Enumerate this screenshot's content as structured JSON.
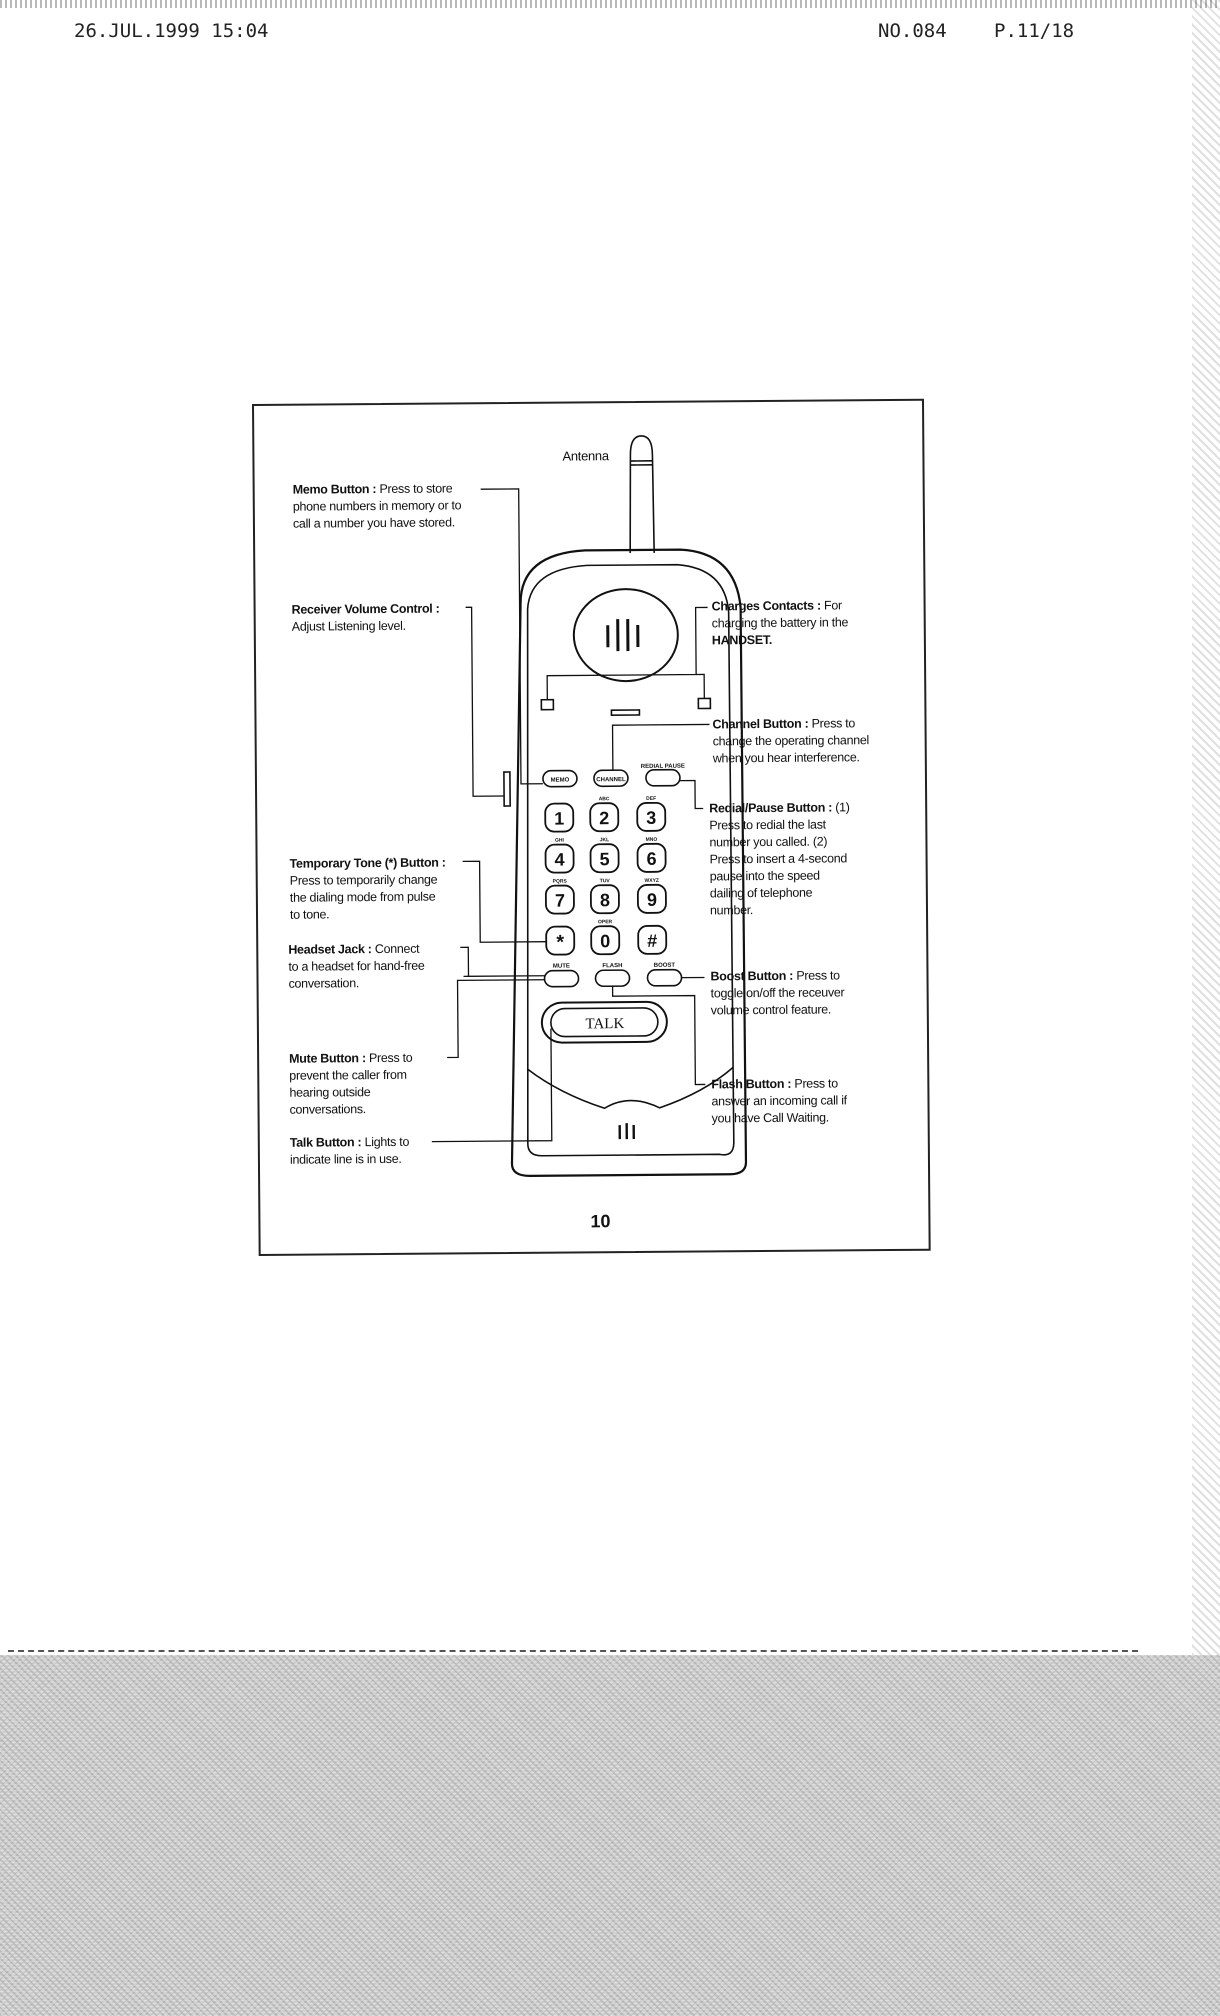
{
  "fax_header": {
    "datetime": "26.JUL.1999  15:04",
    "number": "NO.084",
    "page": "P.11/18"
  },
  "diagram": {
    "antenna_label": "Antenna",
    "labels": {
      "memo": {
        "title": "Memo Button :",
        "desc": [
          "Press to store",
          "phone numbers in memory or to",
          "call a number you have stored."
        ]
      },
      "receiver_volume": {
        "title": "Receiver Volume Control :",
        "desc": [
          "Adjust Listening level."
        ]
      },
      "charges_contacts": {
        "title": "Charges Contacts :",
        "desc": [
          "For",
          "charging the battery in the",
          "HANDSET."
        ]
      },
      "channel": {
        "title": "Channel Button :",
        "desc": [
          "Press to",
          "change the operating channel",
          "when you hear interference."
        ]
      },
      "redial": {
        "title": "Redial/Pause Button :",
        "desc": [
          "(1)",
          "Press to redial the last",
          "number you called. (2)",
          "Press to insert a 4-second",
          "pause into the speed",
          "dailing of telephone",
          "number."
        ]
      },
      "temp_tone": {
        "title": "Temporary Tone (*) Button :",
        "desc": [
          "Press to temporarily change",
          "the dialing mode from pulse",
          "to tone."
        ]
      },
      "headset": {
        "title": "Headset Jack :",
        "desc": [
          "Connect",
          "to a headset for hand-free",
          "conversation."
        ]
      },
      "boost": {
        "title": "Boost Button :",
        "desc": [
          "Press to",
          "toggle on/off the receuver",
          "volume control feature."
        ]
      },
      "mute": {
        "title": "Mute Button :",
        "desc": [
          "Press to",
          "prevent the caller from",
          "hearing outside",
          "conversations."
        ]
      },
      "flash": {
        "title": "Flash Button :",
        "desc": [
          "Press to",
          "answer an incoming call if",
          "you have Call Waiting."
        ]
      },
      "talk": {
        "title": "Talk Button :",
        "desc": [
          "Lights to",
          "indicate line is in use."
        ]
      }
    },
    "handset": {
      "function_keys_top": [
        "MEMO",
        "CHANNEL",
        "REDIAL PAUSE"
      ],
      "digit_keys": [
        "1",
        "2",
        "3",
        "4",
        "5",
        "6",
        "7",
        "8",
        "9",
        "*",
        "0",
        "#"
      ],
      "key_letters": [
        "ABC",
        "DEF",
        "GHI",
        "JKL",
        "MNO",
        "PQRS",
        "TUV",
        "WXYZ",
        "OPER"
      ],
      "function_keys_bottom": [
        "MUTE",
        "FLASH",
        "BOOST"
      ],
      "talk_key": "TALK"
    },
    "page_number": "10"
  }
}
